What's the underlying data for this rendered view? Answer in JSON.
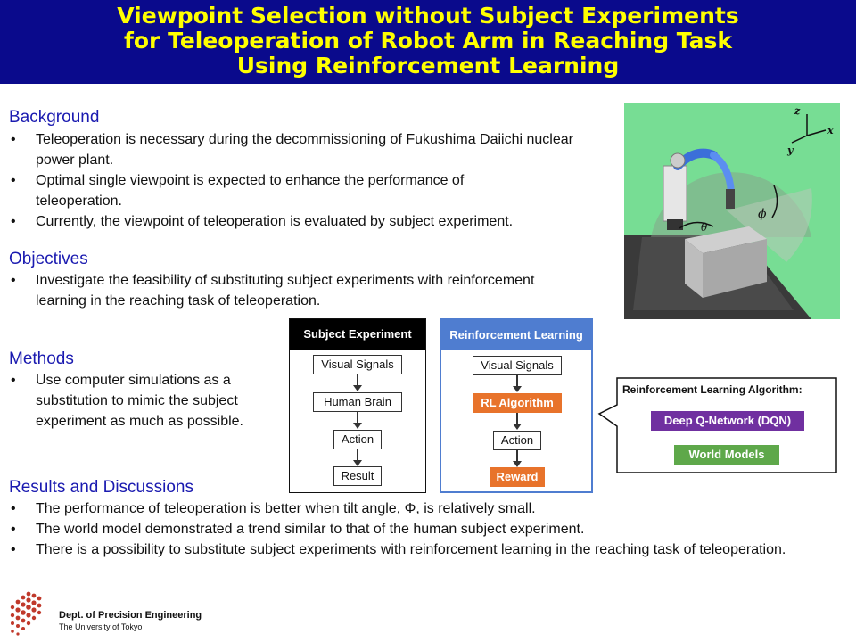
{
  "title": {
    "line1": "Viewpoint Selection without Subject Experiments",
    "line2": "for Teleoperation of Robot Arm in Reaching Task",
    "line3": "Using Reinforcement Learning"
  },
  "background": {
    "heading": "Background",
    "bullets": [
      "Teleoperation is necessary during the decommissioning of Fukushima Daiichi nuclear power plant.",
      "Optimal single viewpoint is expected to enhance the performance of teleoperation.",
      "Currently, the viewpoint of teleoperation is evaluated by subject experiment."
    ]
  },
  "objectives": {
    "heading": "Objectives",
    "bullets": [
      "Investigate the feasibility of substituting subject experiments with reinforcement learning in the reaching task of teleoperation."
    ]
  },
  "methods": {
    "heading": "Methods",
    "bullets": [
      "Use computer simulations as a substitution to mimic the subject experiment as much as possible."
    ]
  },
  "results": {
    "heading": "Results and Discussions",
    "bullets": [
      "The performance of teleoperation is better when tilt angle, Φ, is relatively small.",
      "The world model demonstrated a trend similar to that of the human subject experiment.",
      "There is a possibility to substitute subject experiments with reinforcement learning in the reaching task of teleoperation."
    ]
  },
  "figure_sim": {
    "axis_z": "z",
    "axis_x": "x",
    "axis_y": "y",
    "theta": "θ",
    "phi": "ϕ"
  },
  "flow_subject": {
    "header": "Subject Experiment",
    "nodes": [
      "Visual Signals",
      "Human Brain",
      "Action",
      "Result"
    ]
  },
  "flow_rl": {
    "header": "Reinforcement Learning",
    "nodes": [
      "Visual Signals",
      "RL Algorithm",
      "Action",
      "Reward"
    ]
  },
  "rl_algorithms": {
    "heading": "Reinforcement Learning Algorithm:",
    "items": [
      "Deep Q-Network (DQN)",
      "World Models"
    ]
  },
  "logo": {
    "line1": "Dept. of Precision Engineering",
    "line2": "The University of Tokyo"
  },
  "colors": {
    "title_bg": "#0a0a8c",
    "title_text": "#ffff00",
    "heading": "#1a1ab0",
    "rl_blue": "#4f7dd0",
    "orange": "#e8732b",
    "dqn_purple": "#7030a0",
    "wm_green": "#5ea84a",
    "sim_green": "#77dd94"
  }
}
